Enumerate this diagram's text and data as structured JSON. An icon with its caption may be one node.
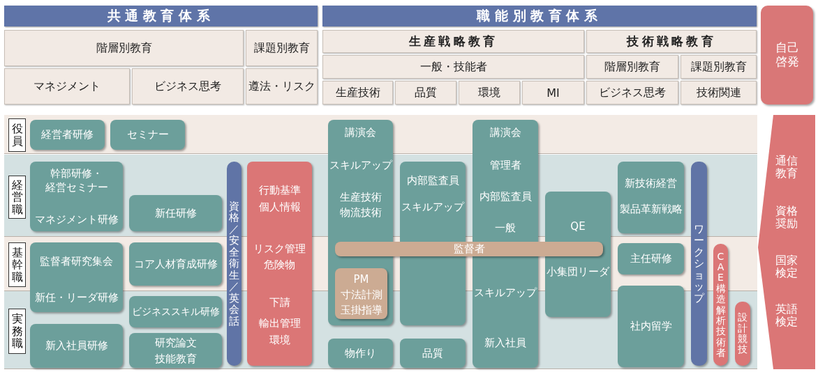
{
  "diagram": {
    "nodes": [
      {
        "text": [
          "共通教育体系"
        ]
      },
      {
        "text": [
          "階層別教育"
        ]
      },
      {
        "text": [
          "課題別教育"
        ]
      },
      {
        "text": [
          "マネジメント"
        ]
      },
      {
        "text": [
          "ビジネス思考"
        ]
      },
      {
        "text": [
          "遵法・リスク"
        ]
      },
      {
        "text": [
          "職能別教育体系"
        ]
      },
      {
        "text": [
          "生産戦略教育"
        ]
      },
      {
        "text": [
          "技術戦略教育"
        ]
      },
      {
        "text": [
          "一般・技能者"
        ]
      },
      {
        "text": [
          "階層別教育"
        ]
      },
      {
        "text": [
          "課題別教育"
        ]
      },
      {
        "text": [
          "生産技術"
        ]
      },
      {
        "text": [
          "品質"
        ]
      },
      {
        "text": [
          "環境"
        ]
      },
      {
        "text": [
          "MI"
        ]
      },
      {
        "text": [
          "ビジネス思考"
        ]
      },
      {
        "text": [
          "技術関連"
        ]
      },
      {
        "text": [
          "自己啓発"
        ]
      },
      {
        "text": [
          "役員"
        ]
      },
      {
        "text": [
          "経営者研修"
        ]
      },
      {
        "text": [
          "セミナー"
        ]
      },
      {
        "text": [
          "経営職"
        ]
      },
      {
        "text": [
          "幹部研修・経営セミナー",
          "マネジメント研修"
        ]
      },
      {
        "text": [
          "新任研修"
        ]
      },
      {
        "text": [
          "資格／安全衛生／英会話"
        ]
      },
      {
        "text": [
          "行動基準",
          "個人情報",
          "リスク管理",
          "危険物",
          "下請",
          "輸出管理",
          "環境"
        ]
      },
      {
        "text": [
          "基幹職"
        ]
      },
      {
        "text": [
          "監督者研究集会",
          "新任・リーダ研修"
        ]
      },
      {
        "text": [
          "コア人材育成研修"
        ]
      },
      {
        "text": [
          "実務職"
        ]
      },
      {
        "text": [
          "ビジネススキル研修"
        ]
      },
      {
        "text": [
          "新入社員研修"
        ]
      },
      {
        "text": [
          "研究論文",
          "技能教育"
        ]
      },
      {
        "text": [
          "講演会",
          "スキルアップ",
          "生産技術",
          "物流技術"
        ]
      },
      {
        "text": [
          "PM",
          "寸法計測",
          "玉掛指導"
        ],
        "in": 34
      },
      {
        "text": [
          "内部監査員",
          "スキルアップ"
        ]
      },
      {
        "text": [
          "講演会",
          "管理者",
          "内部監査員",
          "一般",
          "スキルアップ",
          "新入社員"
        ]
      },
      {
        "text": [
          "監督者"
        ]
      },
      {
        "text": [
          "QE",
          "小集団リーダ"
        ]
      },
      {
        "text": [
          "物作り"
        ]
      },
      {
        "text": [
          "品質"
        ]
      },
      {
        "text": [
          "新技術経営",
          "製品革新戦略"
        ]
      },
      {
        "text": [
          "主任研修"
        ]
      },
      {
        "text": [
          "社内留学"
        ]
      },
      {
        "text": [
          "ワークショップ"
        ]
      },
      {
        "text": [
          "CAE構造解析技術者"
        ]
      },
      {
        "text": [
          "設計競技"
        ]
      },
      {
        "text": [
          "通信教育",
          "資格奨励",
          "国家検定",
          "英語検定"
        ]
      }
    ]
  }
}
